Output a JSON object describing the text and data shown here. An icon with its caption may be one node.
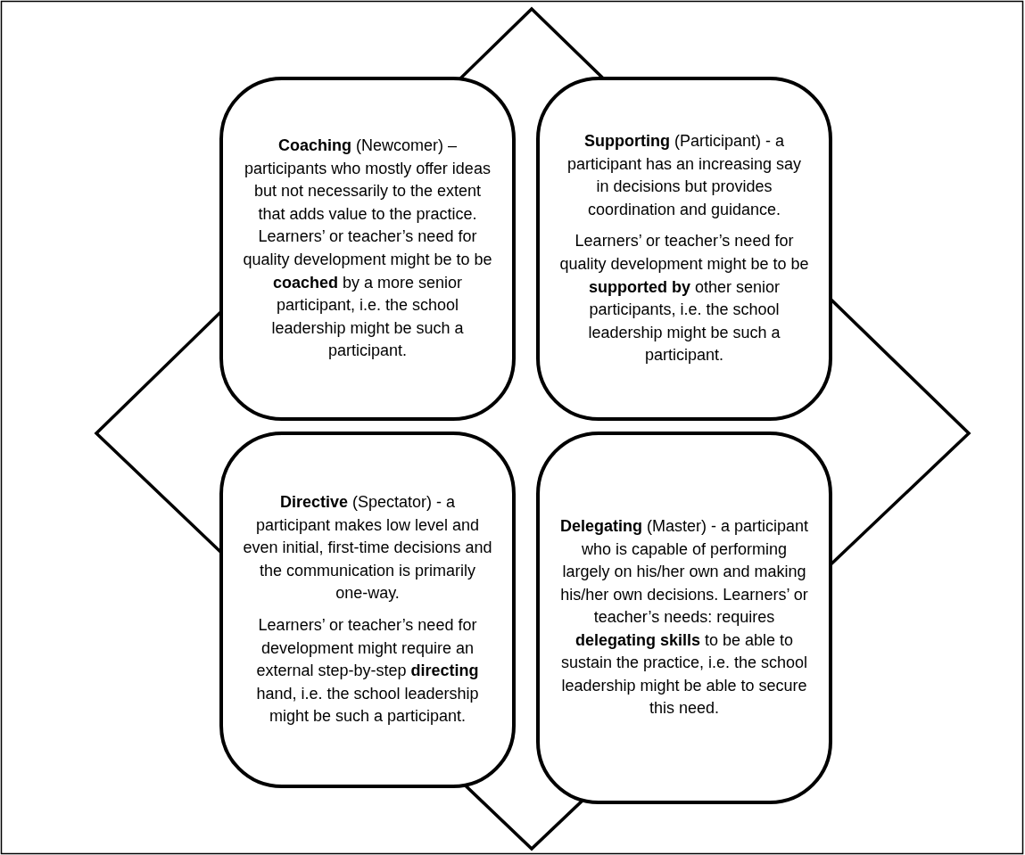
{
  "diagram": {
    "nodes": [
      {
        "text": [
          "**Coaching** (Newcomer) – participants who mostly offer ideas but not necessarily to the extent that adds value to the practice. Learners’ or teacher’s need for quality development might be to be **coached** by a more senior participant, i.e. the school leadership might be such a participant."
        ]
      },
      {
        "text": [
          "**Supporting** (Participant) - a participant has an increasing say in decisions but provides coordination and guidance.",
          "Learners’ or teacher’s need for quality development might be to be **supported by** other senior participants, i.e. the school leadership might be such a participant."
        ]
      },
      {
        "text": [
          "**Directive** (Spectator) - a participant makes low level and even initial, first-time decisions and the communication is primarily one-way.",
          "Learners’ or teacher’s need for development might require an external step-by-step **directing** hand, i.e. the school leadership might be such a participant."
        ]
      },
      {
        "text": [
          "**Delegating** (Master) - a participant who is capable of performing largely on his/her own and making his/her own decisions. Learners’ or teacher’s needs: requires **delegating skills** to be able to sustain the practice, i.e. the school leadership might be able to secure this need."
        ]
      }
    ]
  }
}
